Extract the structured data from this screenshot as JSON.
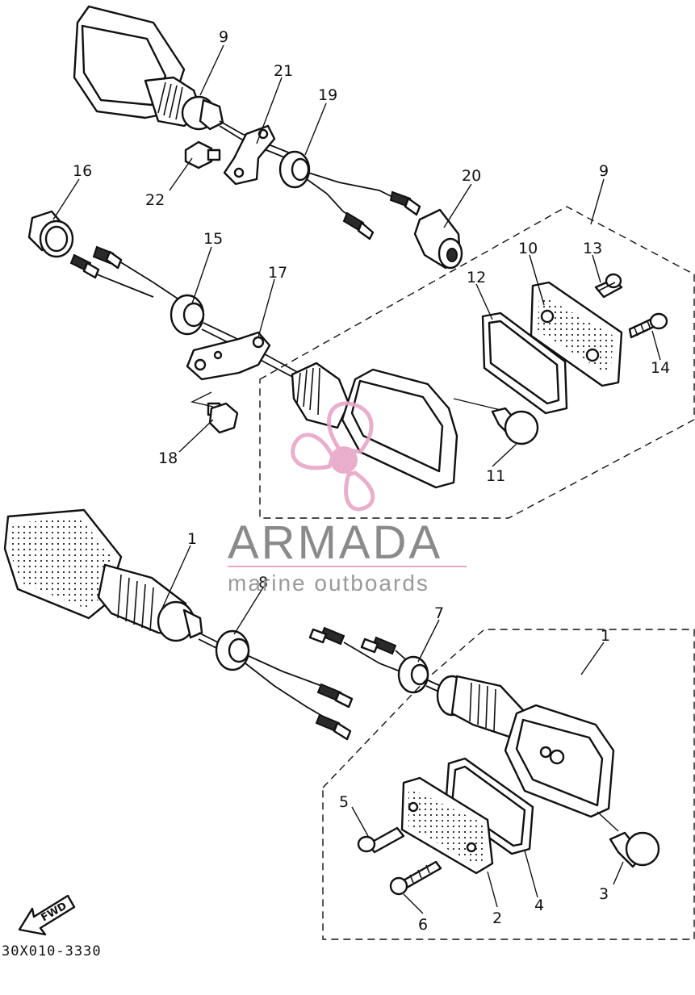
{
  "watermark": {
    "title": "ARMADA",
    "subtitle": "marine outboards",
    "accent_color": "#e8a6c8",
    "text_color": "#8a8a8a",
    "icon": "propeller-logo"
  },
  "diagram_code": "30X010-3330",
  "direction_label": "FWD",
  "callouts": {
    "c9_top": "9",
    "c21": "21",
    "c19": "19",
    "c22": "22",
    "c16": "16",
    "c20": "20",
    "c9_right": "9",
    "c15": "15",
    "c17": "17",
    "c10": "10",
    "c13": "13",
    "c12": "12",
    "c14": "14",
    "c18": "18",
    "c11": "11",
    "c1_left": "1",
    "c8": "8",
    "c7": "7",
    "c1_right": "1",
    "c5": "5",
    "c3": "3",
    "c6": "6",
    "c2": "2",
    "c4": "4"
  }
}
